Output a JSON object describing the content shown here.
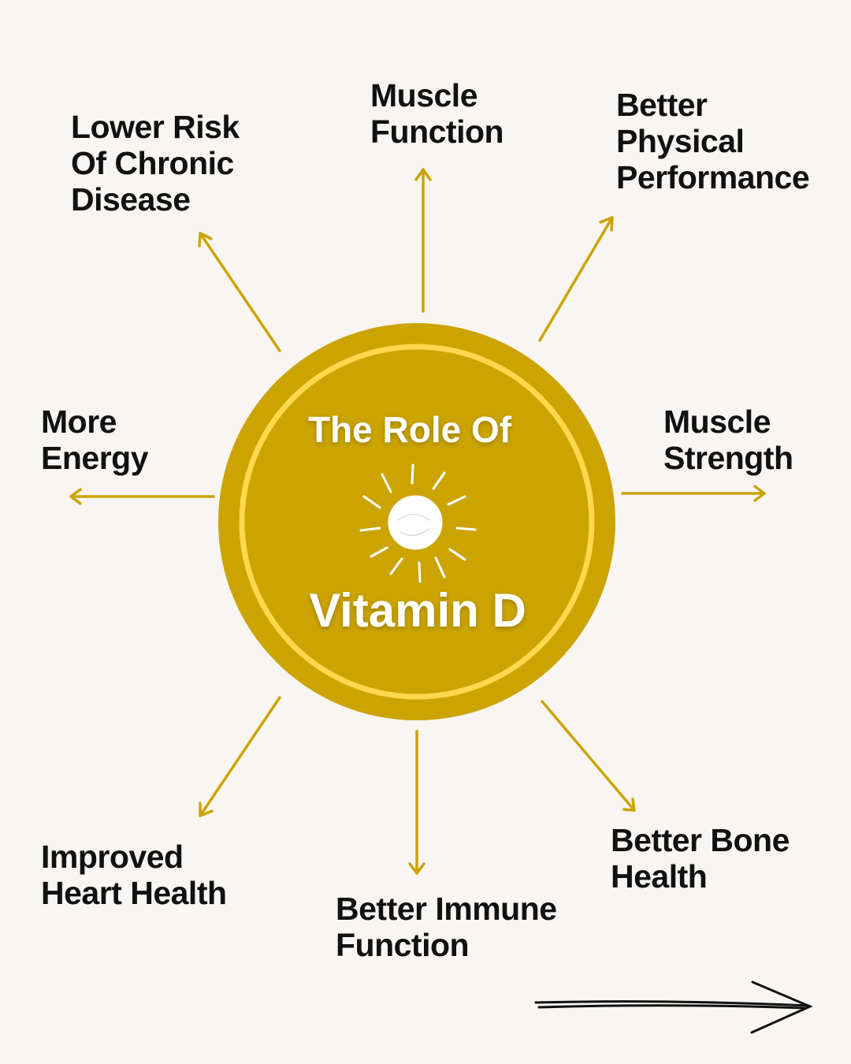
{
  "colors": {
    "background": "#f8f5f2",
    "circle": "#cba402",
    "ring": "#ffd84d",
    "arrow": "#cba402",
    "text": "#111111"
  },
  "center": {
    "line1": "The Role Of",
    "line2": "Vitamin D",
    "icon": "sun-icon"
  },
  "benefits": [
    {
      "lines": [
        "Muscle",
        "Function"
      ]
    },
    {
      "lines": [
        "Better",
        "Physical",
        "Performance"
      ]
    },
    {
      "lines": [
        "Muscle",
        "Strength"
      ]
    },
    {
      "lines": [
        "Better Bone",
        "Health"
      ]
    },
    {
      "lines": [
        "Better Immune",
        "Function"
      ]
    },
    {
      "lines": [
        "Improved",
        "Heart Health"
      ]
    },
    {
      "lines": [
        "More",
        "Energy"
      ]
    },
    {
      "lines": [
        "Lower Risk",
        "Of Chronic",
        "Disease"
      ]
    }
  ],
  "next_icon": "arrow-right-icon"
}
